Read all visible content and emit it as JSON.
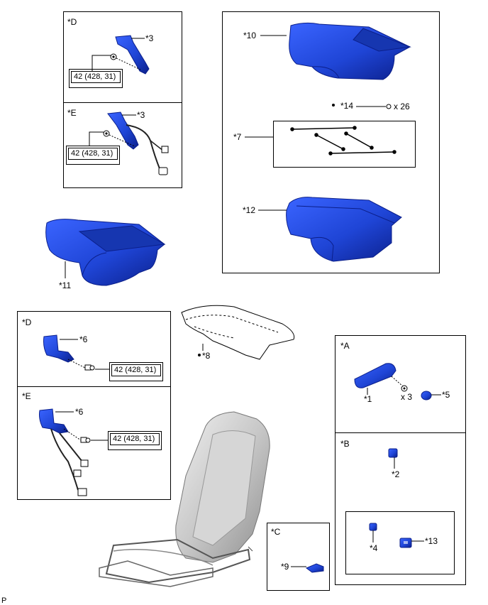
{
  "panels": {
    "top_d": {
      "tag": "*D",
      "part": "*3",
      "torque": "42 (428, 31)"
    },
    "top_e": {
      "tag": "*E",
      "part": "*3",
      "torque": "42 (428, 31)"
    },
    "right_set": {
      "p10": "*10",
      "p14": "*14",
      "qty14": "x 26",
      "p7": "*7",
      "p12": "*12"
    },
    "p11": "*11",
    "mid_d": {
      "tag": "*D",
      "part": "*6",
      "torque": "42 (428, 31)"
    },
    "mid_e": {
      "tag": "*E",
      "part": "*6",
      "torque": "42 (428, 31)"
    },
    "p8": "*8",
    "a": {
      "tag": "*A",
      "p1": "*1",
      "qty": "x 3",
      "p5": "*5"
    },
    "b": {
      "tag": "*B",
      "p2": "*2",
      "p4": "*4",
      "p13": "*13"
    },
    "c": {
      "tag": "*C",
      "p9": "*9"
    },
    "corner": "P"
  },
  "colors": {
    "part_blue": "#1f45d6",
    "part_dark": "#0b1f8a",
    "seat_gray": "#c8c8c8",
    "line": "#000000"
  }
}
